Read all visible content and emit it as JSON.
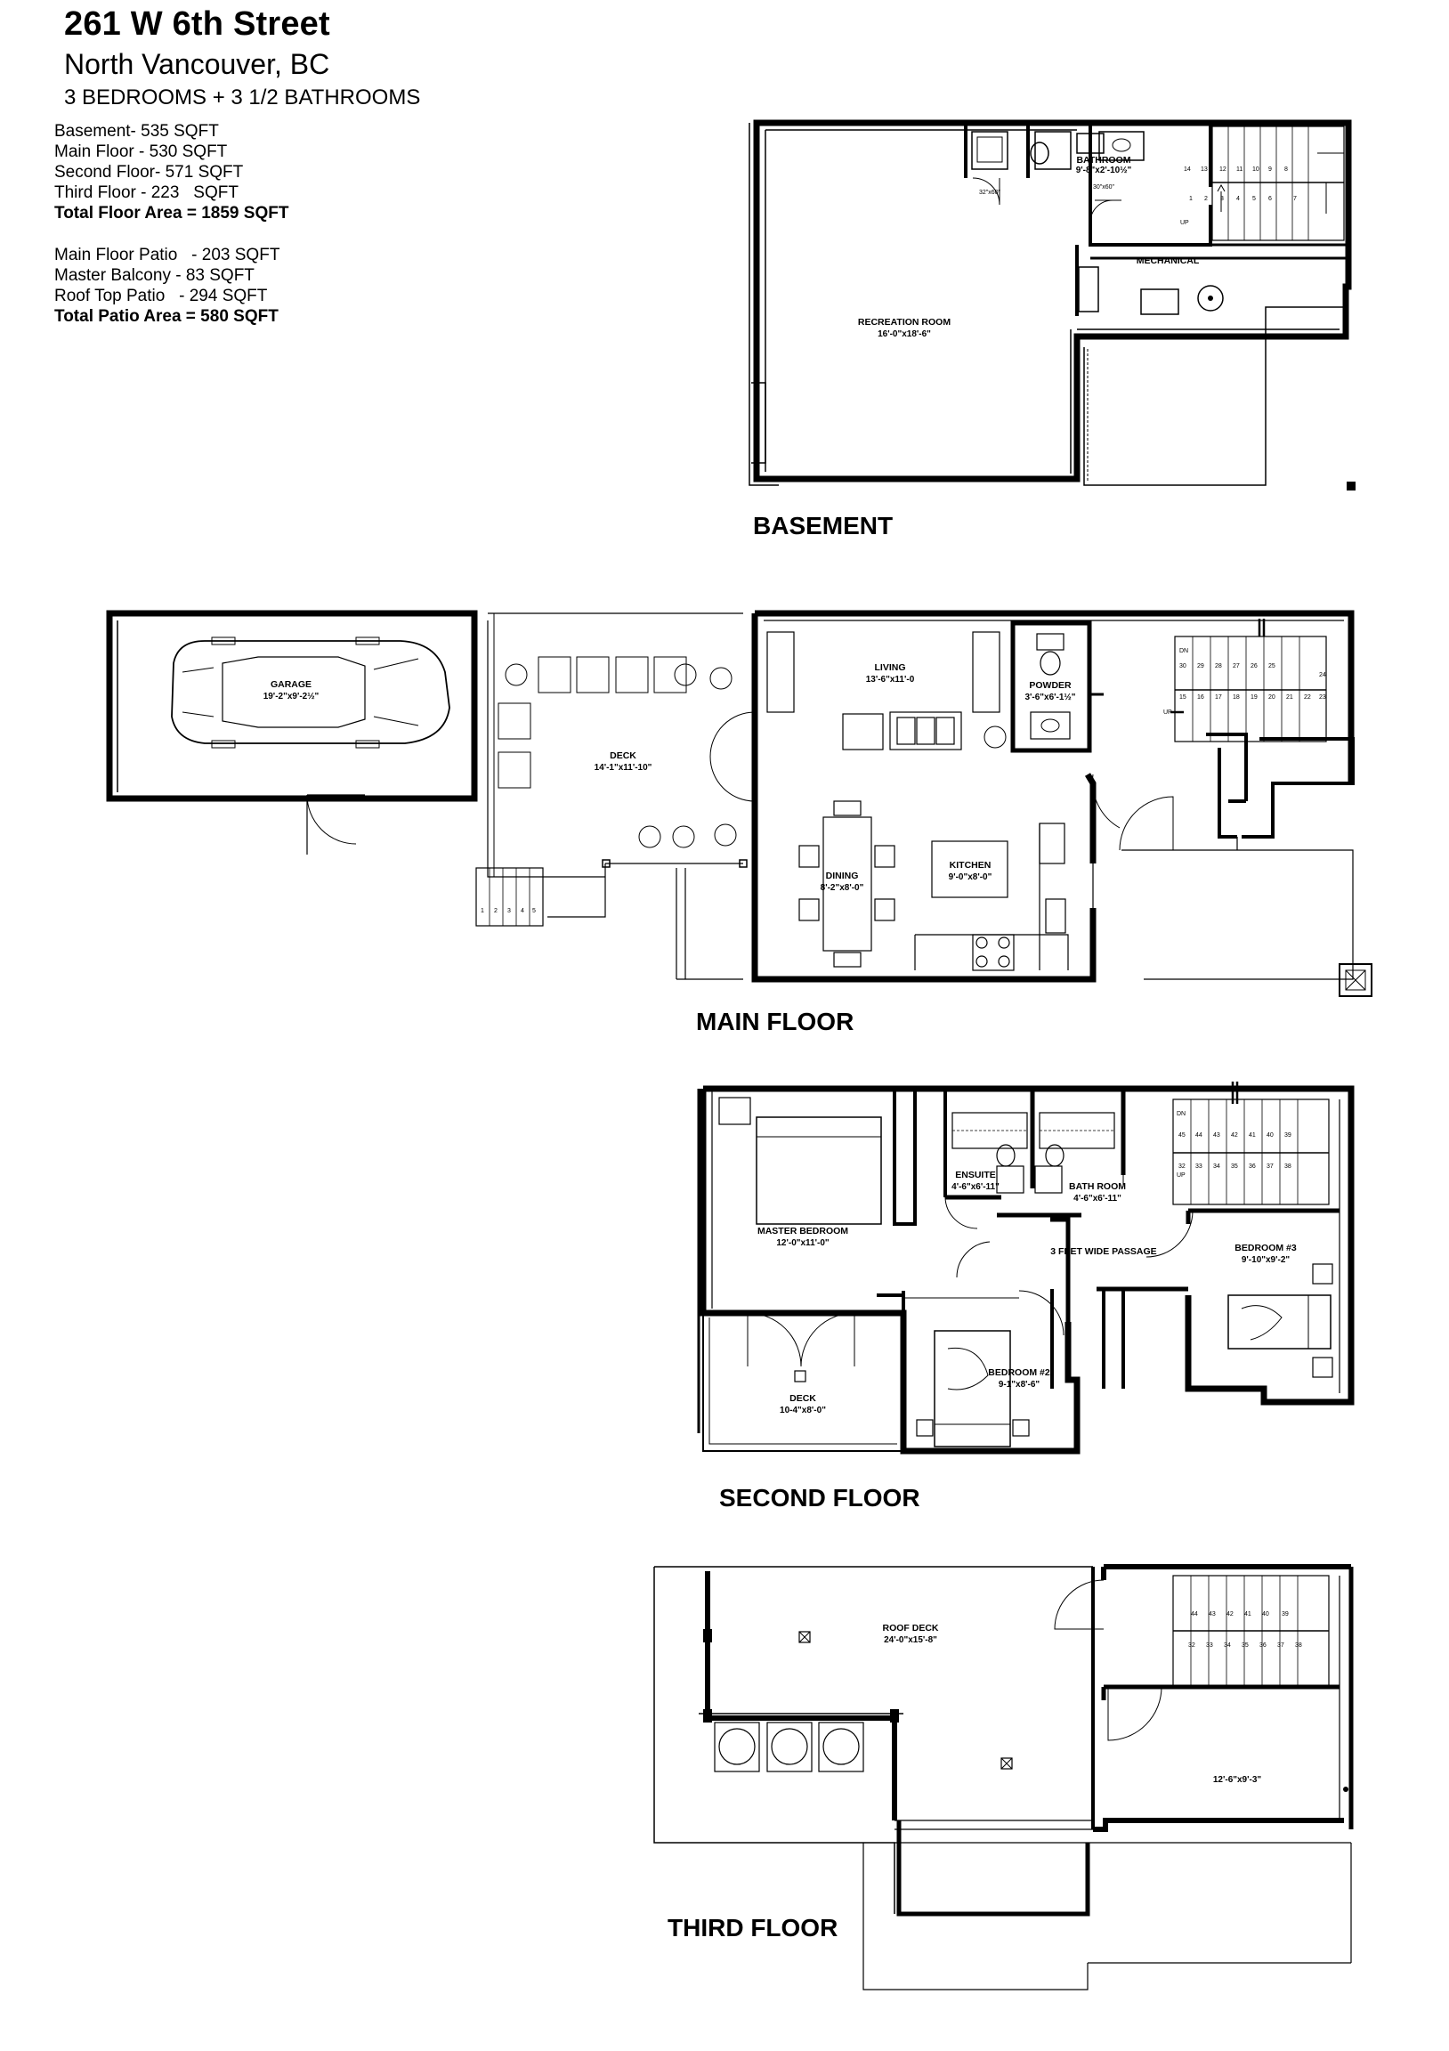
{
  "header": {
    "address": "261 W 6th Street",
    "city": "North Vancouver, BC",
    "summary": "3 BEDROOMS + 3 1/2 BATHROOMS"
  },
  "areas": {
    "floors": [
      "Basement- 535 SQFT",
      "Main Floor - 530 SQFT",
      "Second Floor- 571 SQFT",
      "Third Floor - 223   SQFT"
    ],
    "total_floor": "Total Floor Area = 1859 SQFT",
    "patios": [
      "Main Floor Patio   - 203 SQFT",
      "Master Balcony - 83 SQFT",
      "Roof Top Patio   - 294 SQFT"
    ],
    "total_patio": "Total Patio Area = 580 SQFT"
  },
  "floors": {
    "basement": {
      "title": "BASEMENT",
      "recreation": "RECREATION ROOM",
      "recreation_dim": "16'-0\"x18'-6\"",
      "bathroom": "BATHROOM",
      "bathroom_dim": "9'-8\"x2'-10½\"",
      "mechanical": "MECHANICAL",
      "shower_a": "32\"x60\"",
      "shower_b": "30\"x60\"",
      "up": "UP"
    },
    "main": {
      "title": "MAIN FLOOR",
      "garage": "GARAGE",
      "garage_dim": "19'-2\"x9'-2½\"",
      "deck": "DECK",
      "deck_dim": "14'-1\"x11'-10\"",
      "living": "LIVING",
      "living_dim": "13'-6\"x11'-0",
      "powder": "POWDER",
      "powder_dim": "3'-6\"x6'-1½\"",
      "dining": "DINING",
      "dining_dim": "8'-2\"x8'-0\"",
      "kitchen": "KITCHEN",
      "kitchen_dim": "9'-0\"x8'-0\"",
      "dn": "DN",
      "up": "UP"
    },
    "second": {
      "title": "SECOND FLOOR",
      "master": "MASTER BEDROOM",
      "master_dim": "12'-0\"x11'-0\"",
      "ensuite": "ENSUITE",
      "ensuite_dim": "4'-6\"x6'-11\"",
      "bath": "BATH ROOM",
      "bath_dim": "4'-6\"x6'-11\"",
      "passage": "3 FEET WIDE PASSAGE",
      "bed3": "BEDROOM #3",
      "bed3_dim": "9'-10\"x9'-2\"",
      "bed2": "BEDROOM #2",
      "bed2_dim": "9-1\"x8'-6\"",
      "deck": "DECK",
      "deck_dim": "10-4\"x8'-0\"",
      "dn": "DN",
      "up": "UP"
    },
    "third": {
      "title": "THIRD FLOOR",
      "roof": "ROOF  DECK",
      "roof_dim": "24'-0\"x15'-8\"",
      "room_dim": "12'-6\"x9'-3\""
    }
  },
  "stairs": {
    "basement": [
      "14",
      "13",
      "12",
      "11",
      "10",
      "9",
      "8",
      "1",
      "2",
      "3",
      "4",
      "5",
      "6",
      "7"
    ],
    "main_top": [
      "30",
      "29",
      "28",
      "27",
      "26",
      "25"
    ],
    "main_bot": [
      "15",
      "16",
      "17",
      "18",
      "19",
      "20",
      "21",
      "22",
      "23",
      "24"
    ],
    "second_top": [
      "45",
      "44",
      "43",
      "42",
      "41",
      "40",
      "39"
    ],
    "second_bot": [
      "32",
      "33",
      "34",
      "35",
      "36",
      "37",
      "38"
    ],
    "third_top": [
      "44",
      "43",
      "42",
      "41",
      "40",
      "39"
    ],
    "third_bot": [
      "32",
      "33",
      "34",
      "35",
      "36",
      "37",
      "38"
    ],
    "entry": [
      "1",
      "2",
      "3",
      "4",
      "5"
    ]
  }
}
